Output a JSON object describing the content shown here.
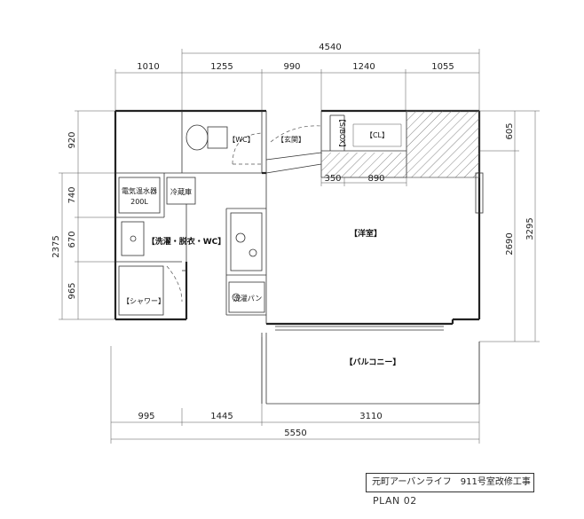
{
  "dimensions_top": {
    "total": "4540",
    "segments": [
      "1010",
      "1255",
      "990",
      "1240",
      "1055"
    ]
  },
  "dimensions_bottom": {
    "total": "5550",
    "segments": [
      "995",
      "1445",
      "3110"
    ]
  },
  "dimensions_left": {
    "upper": "920",
    "lower_total": "2375",
    "lower_segments": [
      "740",
      "670",
      "965"
    ]
  },
  "dimensions_right": {
    "total": "3295",
    "segments": [
      "605",
      "2690"
    ]
  },
  "dimensions_inner": {
    "a": "350",
    "b": "890"
  },
  "rooms": {
    "wc": "【WC】",
    "genkan": "【玄関】",
    "sbox": "【S/BOX】",
    "cl": "【CL】",
    "water_heater_line1": "電気温水器",
    "water_heater_line2": "200L",
    "fridge": "冷蔵庫",
    "laundry": "【洗濯・脱衣・WC】",
    "western_room": "【洋室】",
    "shower": "【シャワー】",
    "washer_pan": "洗濯パン",
    "balcony": "【バルコニー】"
  },
  "title_block": "元町アーバンライフ　911号室改修工事",
  "plan_label": "PLAN 02"
}
